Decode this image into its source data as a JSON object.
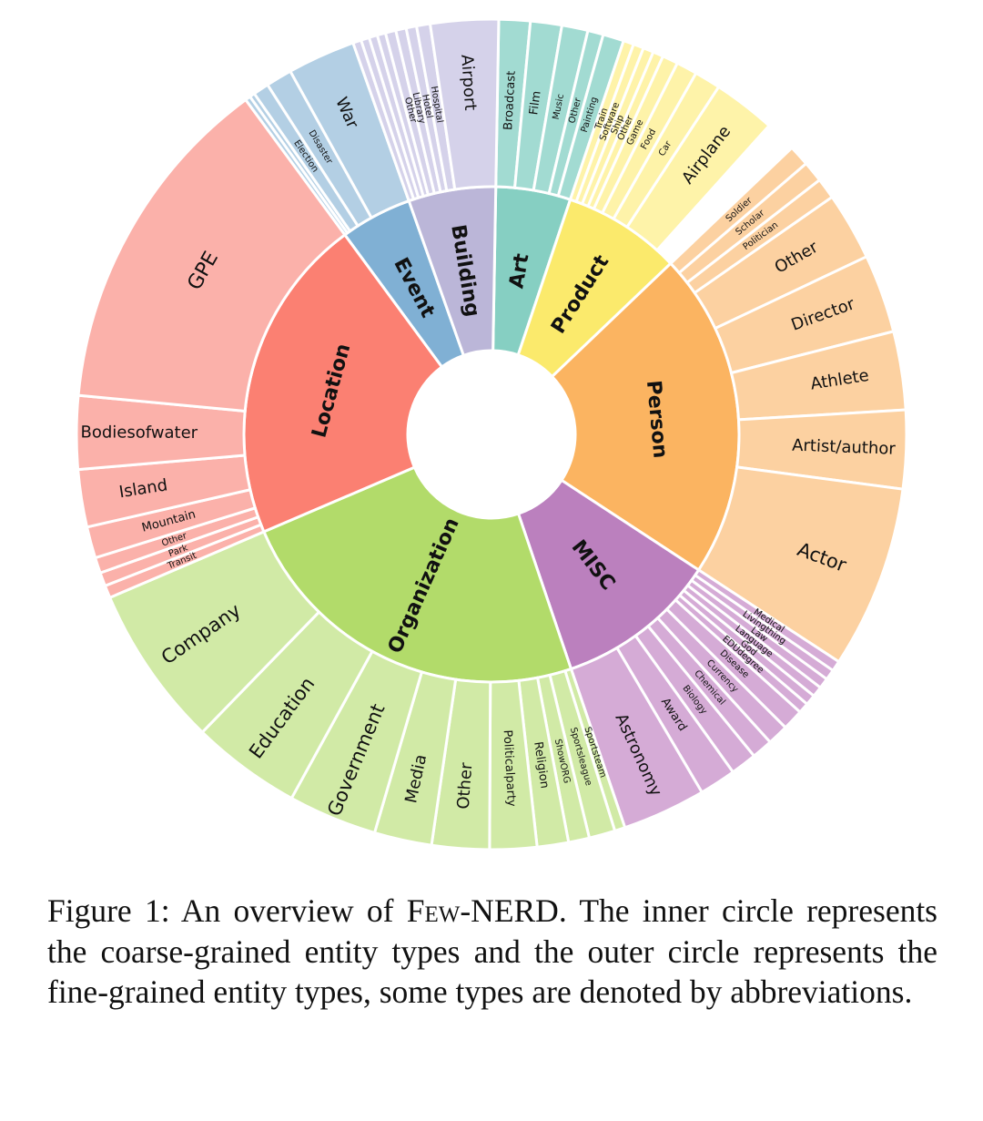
{
  "chart_data": {
    "type": "sunburst",
    "inner_ring": [
      {
        "name": "Art",
        "value": 1.2,
        "color": "#86cfc2"
      },
      {
        "name": "Product",
        "value": 1.9,
        "color": "#fbea6c"
      },
      {
        "name": "Person",
        "value": 5.25,
        "color": "#fbb461"
      },
      {
        "name": "MISC",
        "value": 2.6,
        "color": "#bb80be"
      },
      {
        "name": "Organization",
        "value": 5.85,
        "color": "#b2db6a"
      },
      {
        "name": "Location",
        "value": 5.25,
        "color": "#fb8072"
      },
      {
        "name": "Event",
        "value": 1.15,
        "color": "#80b0d4"
      },
      {
        "name": "Building",
        "value": 1.4,
        "color": "#bbb6d8"
      }
    ],
    "outer_ring": [
      {
        "name": "Broadcast",
        "parent": "Art",
        "value": 0.3,
        "color": "#a2dbd2"
      },
      {
        "name": "Film",
        "parent": "Art",
        "value": 0.3,
        "color": "#a2dbd2"
      },
      {
        "name": "Music",
        "parent": "Art",
        "value": 0.25,
        "color": "#a2dbd2"
      },
      {
        "name": "Other",
        "parent": "Art",
        "value": 0.15,
        "color": "#a2dbd2"
      },
      {
        "name": "Painting",
        "parent": "Art",
        "value": 0.2,
        "color": "#a2dbd2"
      },
      {
        "name": "Train",
        "parent": "Product",
        "value": 0.1,
        "color": "#fef3a9"
      },
      {
        "name": "Software",
        "parent": "Product",
        "value": 0.1,
        "color": "#fef3a9"
      },
      {
        "name": "Ship",
        "parent": "Product",
        "value": 0.1,
        "color": "#fef3a9"
      },
      {
        "name": "Other",
        "parent": "Product",
        "value": 0.1,
        "color": "#fef3a9"
      },
      {
        "name": "Game",
        "parent": "Product",
        "value": 0.15,
        "color": "#fef3a9"
      },
      {
        "name": "Food",
        "parent": "Product",
        "value": 0.2,
        "color": "#fef3a9"
      },
      {
        "name": "Car",
        "parent": "Product",
        "value": 0.25,
        "color": "#fef3a9"
      },
      {
        "name": "Airplane",
        "parent": "Product",
        "value": 0.6,
        "color": "#fef3a9"
      },
      {
        "name": "Soldier",
        "parent": "Person",
        "value": 0.2,
        "color": "#fcd1a1"
      },
      {
        "name": "Scholar",
        "parent": "Person",
        "value": 0.2,
        "color": "#fcd1a1"
      },
      {
        "name": "Politician",
        "parent": "Person",
        "value": 0.2,
        "color": "#fcd1a1"
      },
      {
        "name": "Other",
        "parent": "Person",
        "value": 0.65,
        "color": "#fcd1a1"
      },
      {
        "name": "Director",
        "parent": "Person",
        "value": 0.75,
        "color": "#fcd1a1"
      },
      {
        "name": "Athlete",
        "parent": "Person",
        "value": 0.75,
        "color": "#fcd1a1"
      },
      {
        "name": "Artist/author",
        "parent": "Person",
        "value": 0.75,
        "color": "#fcd1a1"
      },
      {
        "name": "Actor",
        "parent": "Person",
        "value": 1.75,
        "color": "#fcd1a1"
      },
      {
        "name": "Medical",
        "parent": "MISC",
        "value": 0.1,
        "color": "#d5abd6"
      },
      {
        "name": "Livingthing",
        "parent": "MISC",
        "value": 0.1,
        "color": "#d5abd6"
      },
      {
        "name": "Law",
        "parent": "MISC",
        "value": 0.1,
        "color": "#d5abd6"
      },
      {
        "name": "Language",
        "parent": "MISC",
        "value": 0.1,
        "color": "#d5abd6"
      },
      {
        "name": "God",
        "parent": "MISC",
        "value": 0.1,
        "color": "#d5abd6"
      },
      {
        "name": "EDUdegree",
        "parent": "MISC",
        "value": 0.1,
        "color": "#d5abd6"
      },
      {
        "name": "Disease",
        "parent": "MISC",
        "value": 0.2,
        "color": "#d5abd6"
      },
      {
        "name": "Currency",
        "parent": "MISC",
        "value": 0.2,
        "color": "#d5abd6"
      },
      {
        "name": "Chemical",
        "parent": "MISC",
        "value": 0.2,
        "color": "#d5abd6"
      },
      {
        "name": "Biology",
        "parent": "MISC",
        "value": 0.25,
        "color": "#d5abd6"
      },
      {
        "name": "Award",
        "parent": "MISC",
        "value": 0.35,
        "color": "#d5abd6"
      },
      {
        "name": "Astronomy",
        "parent": "MISC",
        "value": 0.8,
        "color": "#d5abd6"
      },
      {
        "name": "Sportsteam",
        "parent": "Organization",
        "value": 0.1,
        "color": "#d1eaa6"
      },
      {
        "name": "Sportsleague",
        "parent": "Organization",
        "value": 0.25,
        "color": "#d1eaa6"
      },
      {
        "name": "ShowORG",
        "parent": "Organization",
        "value": 0.2,
        "color": "#d1eaa6"
      },
      {
        "name": "Religion",
        "parent": "Organization",
        "value": 0.3,
        "color": "#d1eaa6"
      },
      {
        "name": "Politicalparty",
        "parent": "Organization",
        "value": 0.45,
        "color": "#d1eaa6"
      },
      {
        "name": "Other",
        "parent": "Organization",
        "value": 0.55,
        "color": "#d1eaa6"
      },
      {
        "name": "Media",
        "parent": "Organization",
        "value": 0.55,
        "color": "#d1eaa6"
      },
      {
        "name": "Government",
        "parent": "Organization",
        "value": 0.85,
        "color": "#d1eaa6"
      },
      {
        "name": "Education",
        "parent": "Organization",
        "value": 1.05,
        "color": "#d1eaa6"
      },
      {
        "name": "Company",
        "parent": "Organization",
        "value": 1.55,
        "color": "#d1eaa6"
      },
      {
        "name": "Transit",
        "parent": "Location",
        "value": 0.12,
        "color": "#fbb1aa"
      },
      {
        "name": "Park",
        "parent": "Location",
        "value": 0.13,
        "color": "#fbb1aa"
      },
      {
        "name": "Other",
        "parent": "Location",
        "value": 0.15,
        "color": "#fbb1aa"
      },
      {
        "name": "Mountain",
        "parent": "Location",
        "value": 0.3,
        "color": "#fbb1aa"
      },
      {
        "name": "Island",
        "parent": "Location",
        "value": 0.55,
        "color": "#fbb1aa"
      },
      {
        "name": "Bodiesofwater",
        "parent": "Location",
        "value": 0.7,
        "color": "#fbb1aa"
      },
      {
        "name": "GPE",
        "parent": "Location",
        "value": 3.3,
        "color": "#fbb1aa"
      },
      {
        "name": "",
        "parent": "Event",
        "value": 0.05,
        "color": "#b3cfe4"
      },
      {
        "name": "",
        "parent": "Event",
        "value": 0.05,
        "color": "#b3cfe4"
      },
      {
        "name": "Election",
        "parent": "Event",
        "value": 0.15,
        "color": "#b3cfe4"
      },
      {
        "name": "Disaster",
        "parent": "Event",
        "value": 0.25,
        "color": "#b3cfe4"
      },
      {
        "name": "War",
        "parent": "Event",
        "value": 0.65,
        "color": "#b3cfe4"
      },
      {
        "name": "",
        "parent": "Building",
        "value": 0.08,
        "color": "#d5d2ea"
      },
      {
        "name": "",
        "parent": "Building",
        "value": 0.08,
        "color": "#d5d2ea"
      },
      {
        "name": "",
        "parent": "Building",
        "value": 0.08,
        "color": "#d5d2ea"
      },
      {
        "name": "",
        "parent": "Building",
        "value": 0.08,
        "color": "#d5d2ea"
      },
      {
        "name": "Other",
        "parent": "Building",
        "value": 0.1,
        "color": "#d5d2ea"
      },
      {
        "name": "Library",
        "parent": "Building",
        "value": 0.1,
        "color": "#d5d2ea"
      },
      {
        "name": "Hotel",
        "parent": "Building",
        "value": 0.1,
        "color": "#d5d2ea"
      },
      {
        "name": "Hospital",
        "parent": "Building",
        "value": 0.13,
        "color": "#d5d2ea"
      },
      {
        "name": "Airport",
        "parent": "Building",
        "value": 0.65,
        "color": "#d5d2ea"
      }
    ]
  },
  "caption": {
    "prefix": "Figure 1: An overview of ",
    "name": "Few-NERD",
    "suffix": ". The inner circle represents the coarse-grained entity types and the outer circle represents the fine-grained entity types, some types are denoted by abbreviations."
  }
}
